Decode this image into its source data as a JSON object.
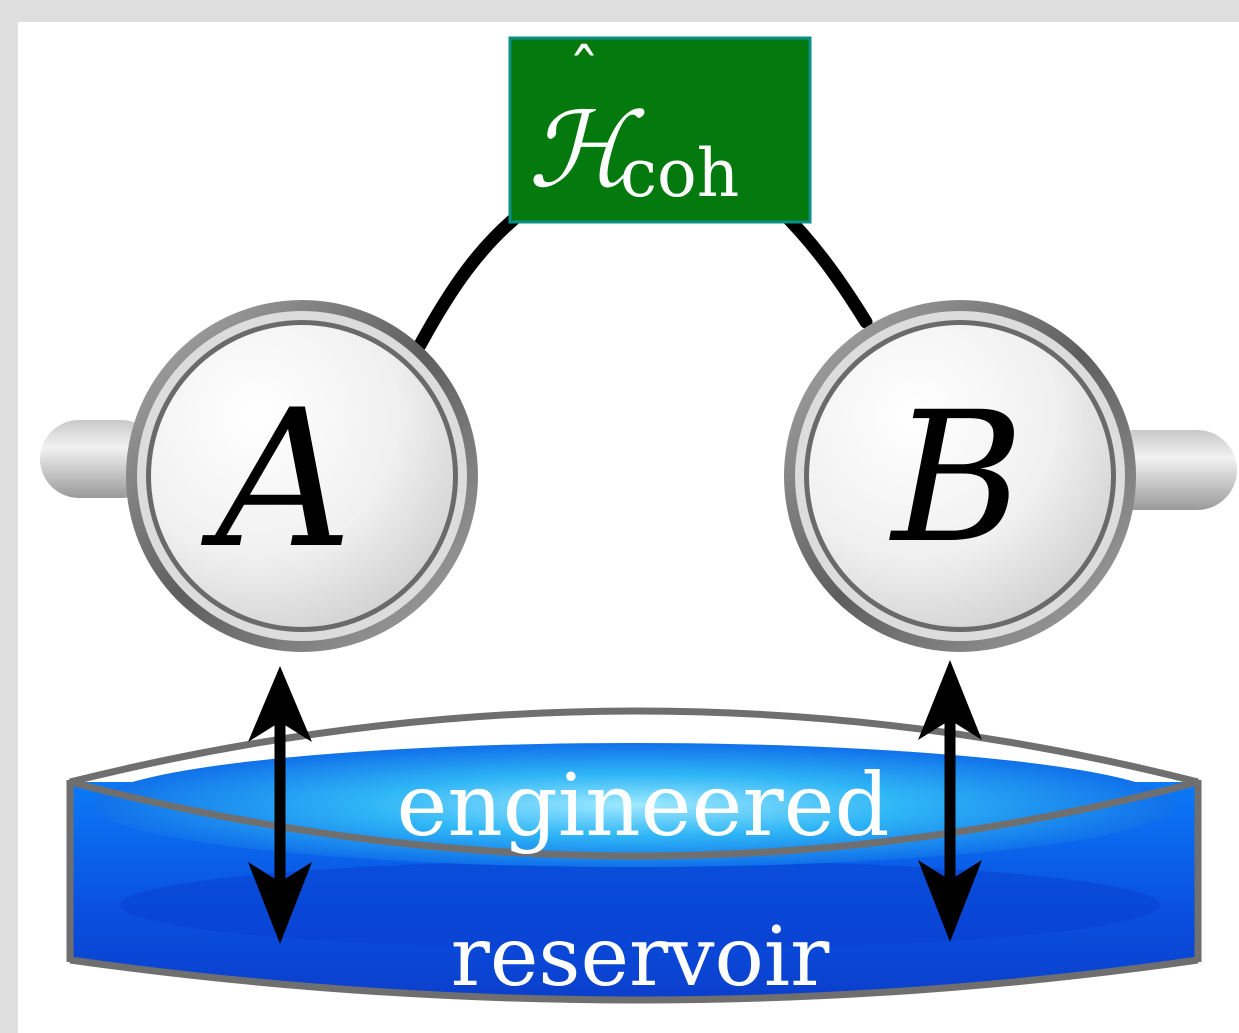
{
  "hamiltonian": {
    "symbol": "ℋ",
    "hat": "ˆ",
    "subscript": "coh",
    "box_color": "#047a0e"
  },
  "mode_a": {
    "label": "A"
  },
  "mode_b": {
    "label": "B"
  },
  "reservoir": {
    "line1": "engineered",
    "line2": "reservoir",
    "liquid_color": "#0a6cf5",
    "rim_color": "#6f6f6f"
  },
  "icons": {
    "mode_a_coupling": "double-arrow-icon",
    "mode_b_coupling": "double-arrow-icon"
  }
}
